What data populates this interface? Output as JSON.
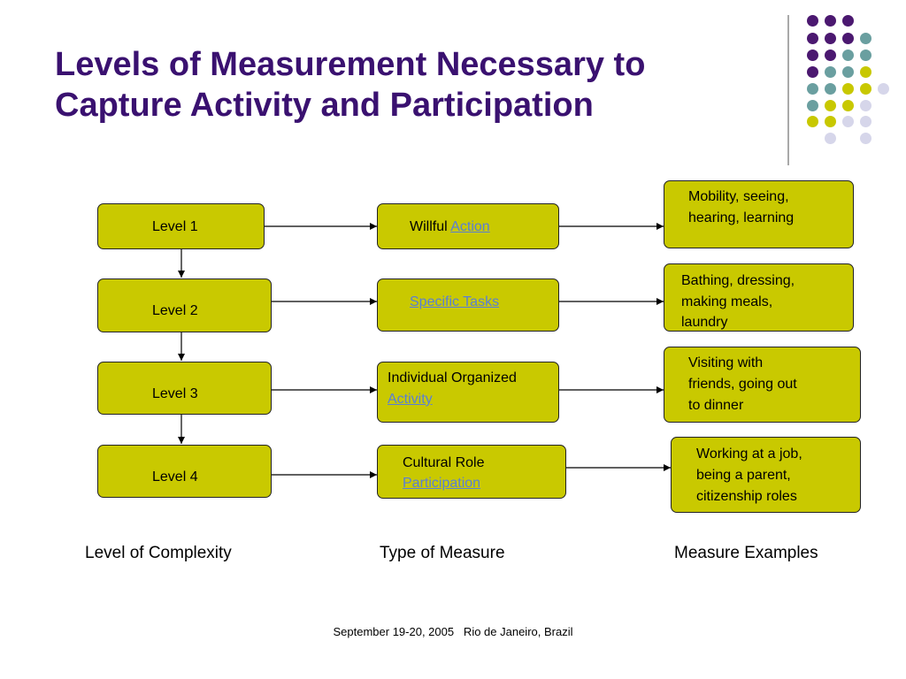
{
  "slide": {
    "title_line1": "Levels of Measurement Necessary to",
    "title_line2": "Capture Activity and Participation",
    "footer": "September 19-20, 2005   Rio de Janeiro, Brazil"
  },
  "colors": {
    "title": "#3a1170",
    "box_fill": "#c9c900",
    "link": "#5a7fd6",
    "dot_purple": "#4b1870",
    "dot_teal": "#6a9fa0",
    "dot_yellow": "#c8c800",
    "dot_lavender": "#d6d6ea"
  },
  "levels": [
    "Level 1",
    "Level 2",
    "Level 3",
    "Level 4"
  ],
  "measures": {
    "m1_plain": "Willful ",
    "m1_link": "Action",
    "m2_link": "Specific Tasks",
    "m3_plain": "Individual Organized",
    "m3_link": "Activity",
    "m4_plain": "Cultural Role",
    "m4_link": "Participation"
  },
  "examples": {
    "e1_l1": "Mobility, seeing,",
    "e1_l2": "hearing, learning",
    "e2_l1": "Bathing, dressing,",
    "e2_l2": "making meals,",
    "e2_l3": "laundry",
    "e3_l1": "Visiting with",
    "e3_l2": "friends, going out",
    "e3_l3": "to dinner",
    "e4_l1": "Working at a job,",
    "e4_l2": "being a parent,",
    "e4_l3": "citizenship roles"
  },
  "column_labels": {
    "complexity": "Level of Complexity",
    "type": "Type of Measure",
    "examples": "Measure Examples"
  }
}
